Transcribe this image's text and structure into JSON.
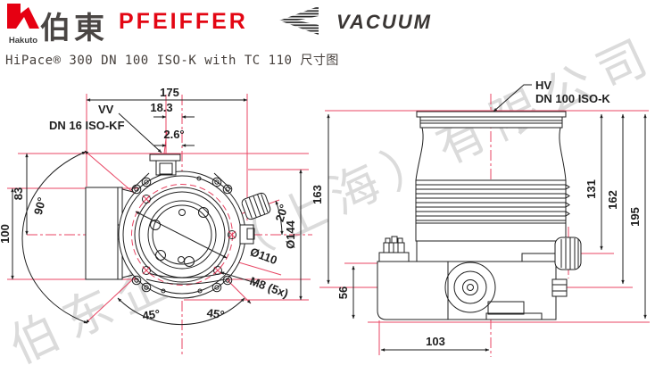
{
  "header": {
    "hakuto_logo_text": "Hakuto",
    "hakuto_cn": "伯東",
    "pfeiffer": "PFEIFFER",
    "vacuum": "VACUUM"
  },
  "title": "HiPace® 300 DN 100 ISO-K with TC 110 尺寸图",
  "watermark": "伯东企业（上海）有限公司",
  "colors": {
    "brand_red": "#e30613",
    "dimension_red": "#e84563",
    "line_black": "#1f1f1f",
    "text_gray": "#4a4644"
  },
  "front_view": {
    "labels": {
      "width_total": "175",
      "port_offset": "18.3",
      "port_tilt": "2.6°",
      "port_vv": "VV",
      "port_kf": "DN 16 ISO-KF",
      "height_upper": "83",
      "height_lower": "100",
      "angle_left": "90°",
      "angle_knob": "20°",
      "dia_flange": "Ø144",
      "dia_bolt_circle": "Ø110",
      "bolt_spec": "M8 (5x)",
      "angle_bottom_left": "45°",
      "angle_bottom_right": "45°"
    }
  },
  "side_view": {
    "labels": {
      "port_hv": "HV",
      "flange_type": "DN 100 ISO-K",
      "height_to_center": "163",
      "height_to_knob": "131",
      "height_to_bolt": "162",
      "height_total": "195",
      "base_height": "56",
      "base_width": "103"
    }
  }
}
